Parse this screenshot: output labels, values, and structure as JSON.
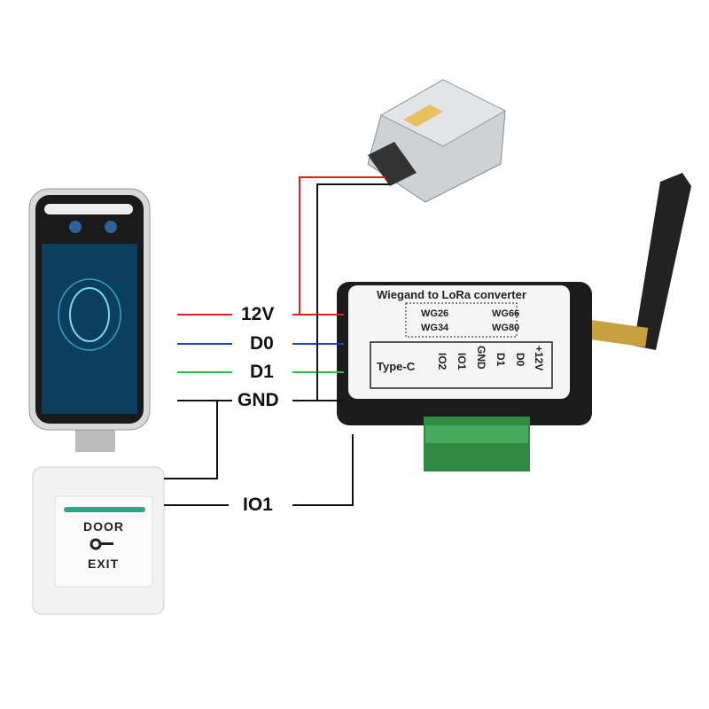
{
  "wires": {
    "labels": [
      "12V",
      "D0",
      "D1",
      "GND",
      "IO1"
    ],
    "colors": {
      "12V": "#e02020",
      "D0": "#1f3fd0",
      "D1": "#20c040",
      "GND": "#111111",
      "IO1": "#111111"
    }
  },
  "converter": {
    "title": "Wiegand to LoRa converter",
    "modes": [
      "WG26",
      "WG66",
      "WG34",
      "WG80"
    ],
    "port": "Type-C",
    "pins": [
      "IO2",
      "IO1",
      "GND",
      "D1",
      "D0",
      "+12V"
    ]
  },
  "door_button": {
    "top": "DOOR",
    "bottom": "EXIT"
  }
}
